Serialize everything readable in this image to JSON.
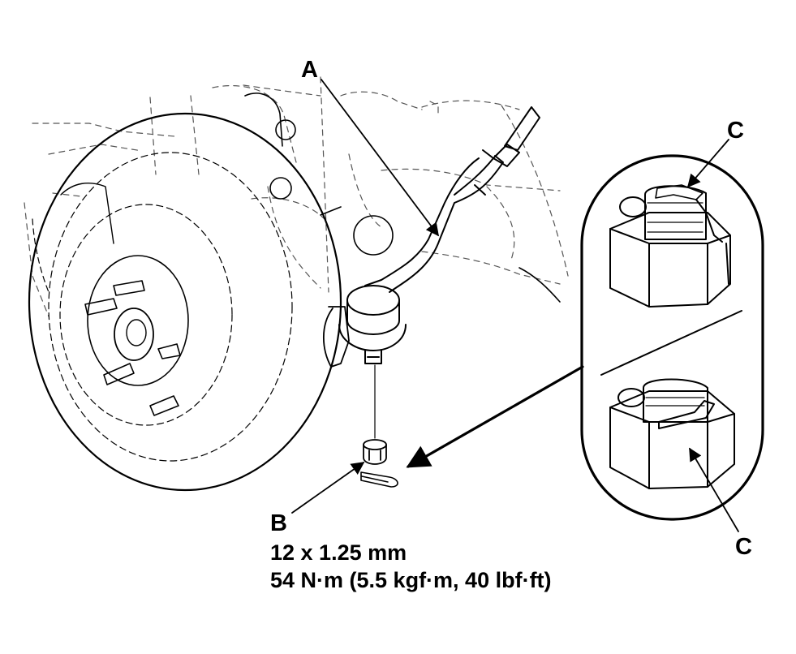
{
  "callouts": {
    "a": "A",
    "b": "B",
    "c_top": "C",
    "c_bottom": "C"
  },
  "spec": {
    "size": "12 x 1.25 mm",
    "torque": "54 N·m (5.5 kgf·m, 40 lbf·ft)"
  }
}
